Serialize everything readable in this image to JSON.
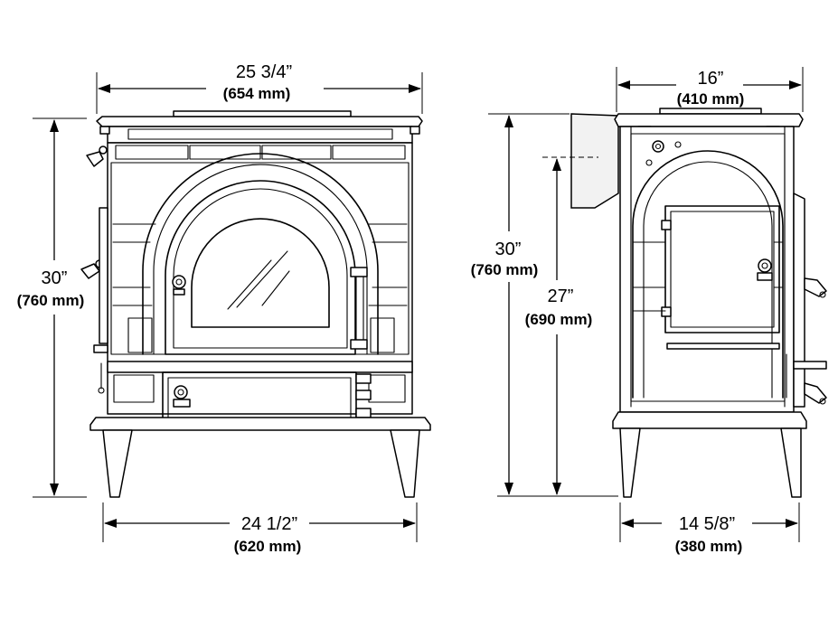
{
  "diagram": {
    "front_view": {
      "top_width": {
        "imperial": "25 3/4”",
        "metric": "(654 mm)"
      },
      "height": {
        "imperial": "30”",
        "metric": "(760 mm)"
      },
      "base_width": {
        "imperial": "24 1/2”",
        "metric": "(620 mm)"
      }
    },
    "side_view": {
      "top_depth": {
        "imperial": "16”",
        "metric": "(410 mm)"
      },
      "height": {
        "imperial": "30”",
        "metric": "(760 mm)"
      },
      "flue_height": {
        "imperial": "27”",
        "metric": "(690 mm)"
      },
      "base_depth": {
        "imperial": "14 5/8”",
        "metric": "(380 mm)"
      }
    }
  }
}
